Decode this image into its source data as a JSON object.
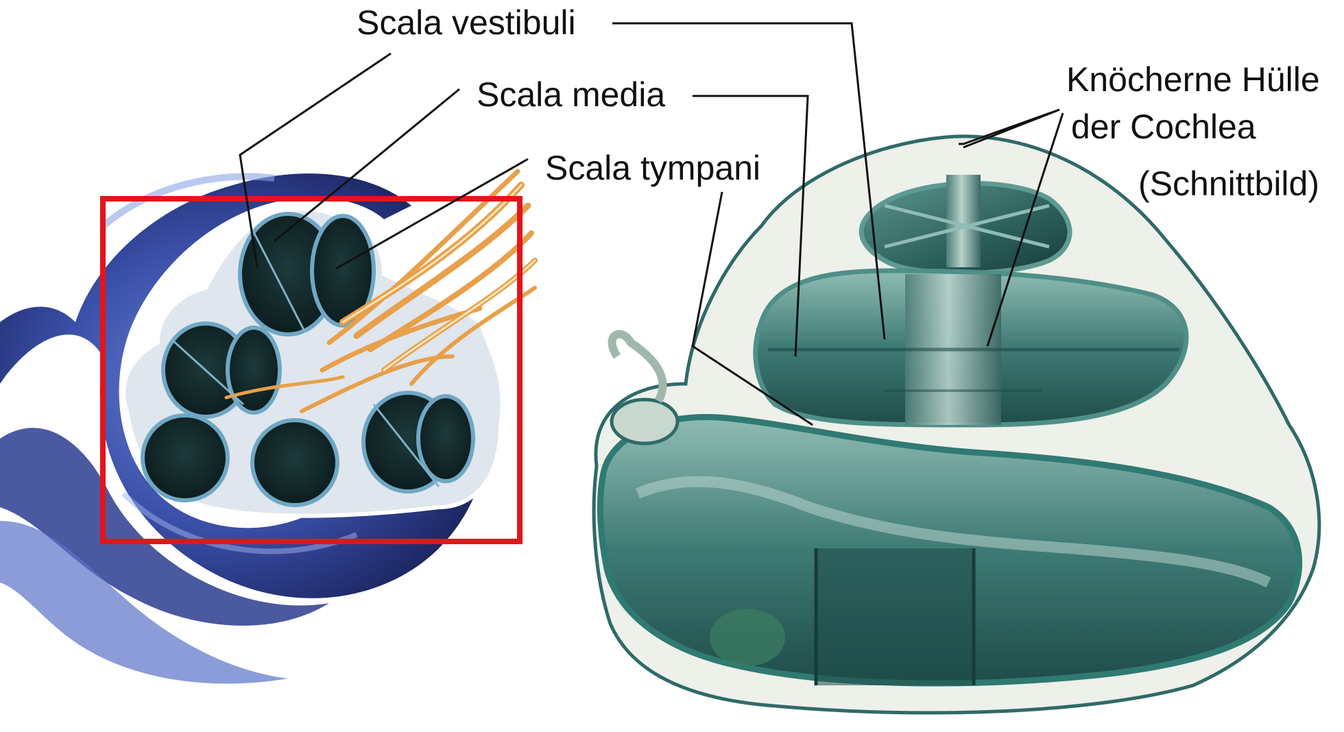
{
  "labels": {
    "scala_vestibuli": "Scala vestibuli",
    "scala_media": "Scala media",
    "scala_tympani": "Scala tympani",
    "knoecherne_line1": "Knöcherne Hülle",
    "knoecherne_line2": "der Cochlea",
    "schnittbild": "(Schnittbild)"
  },
  "colors": {
    "background": "#ffffff",
    "cochlea_blue": "#3a4fa8",
    "cochlea_blue_dark": "#1b2560",
    "section_teal": "#2f6a68",
    "section_teal_light": "#6fa7a0",
    "bone_shell": "#eef0ea",
    "nerve_fibers": "#e8a04a",
    "highlight_box": "#e5141b",
    "leader_lines": "#111111"
  }
}
